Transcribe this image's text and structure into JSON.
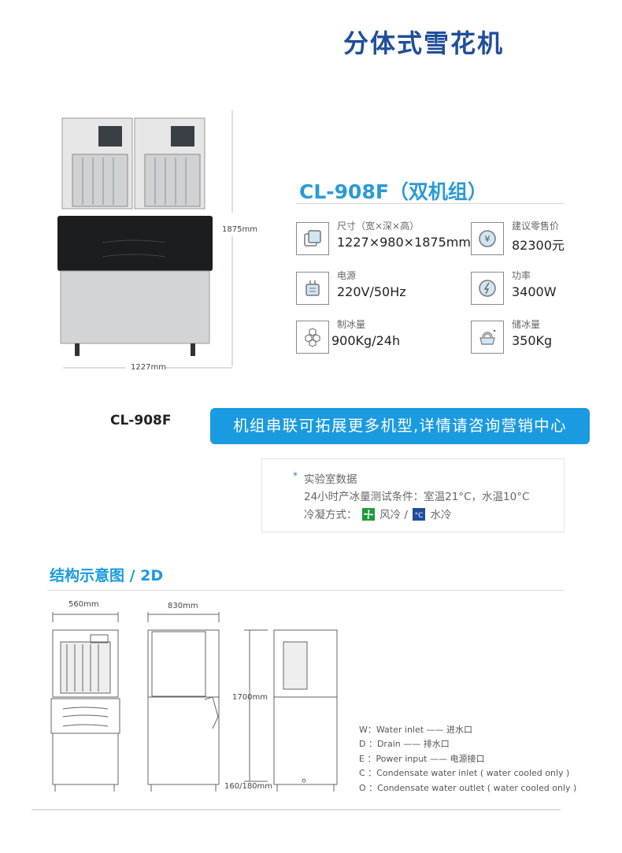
{
  "header": {
    "title": "分体式雪花机"
  },
  "photo": {
    "width_label": "1227mm",
    "height_label": "1875mm"
  },
  "product": {
    "heading": "CL-908F（双机组）",
    "specs": [
      {
        "icon": "dimensions-icon",
        "label": "尺寸（宽×深×高）",
        "value": "1227×980×1875mm"
      },
      {
        "icon": "price-yen-icon",
        "label": "建议零售价",
        "value": "82300元"
      },
      {
        "icon": "power-plug-icon",
        "label": "电源",
        "value": "220V/50Hz"
      },
      {
        "icon": "power-bolt-icon",
        "label": "功率",
        "value": "3400W"
      },
      {
        "icon": "ice-cubes-icon",
        "label": "制冰量",
        "value": "900Kg/24h"
      },
      {
        "icon": "ice-storage-basket-icon",
        "label": "储冰量",
        "value": "350Kg"
      }
    ]
  },
  "model_label": "CL-908F",
  "promo_banner": "机组串联可拓展更多机型,详情请咨询营销中心",
  "notes": {
    "star": "*",
    "line1": "实验室数据",
    "line2": "24小时产冰量测试条件：室温21°C，水温10°C",
    "line3_prefix": "冷凝方式：",
    "air_label": "风冷",
    "separator": "/",
    "water_label": "水冷"
  },
  "diagram": {
    "section_title": "结构示意图 / 2D",
    "front_width": "560mm",
    "side_depth": "830mm",
    "height": "1700mm",
    "leg_height": "160/180mm",
    "legend": [
      "W：Water inlet —— 进水口",
      "D ：Drain —— 排水口",
      "E ：Power input —— 电源接口",
      "C ：Condensate water inlet ( water cooled only )",
      "O ：Condensate water outlet ( water cooled only )"
    ]
  },
  "colors": {
    "title_blue": "#1f4e9c",
    "accent_blue": "#1a9ae0",
    "heading_blue": "#2a9ad6"
  }
}
